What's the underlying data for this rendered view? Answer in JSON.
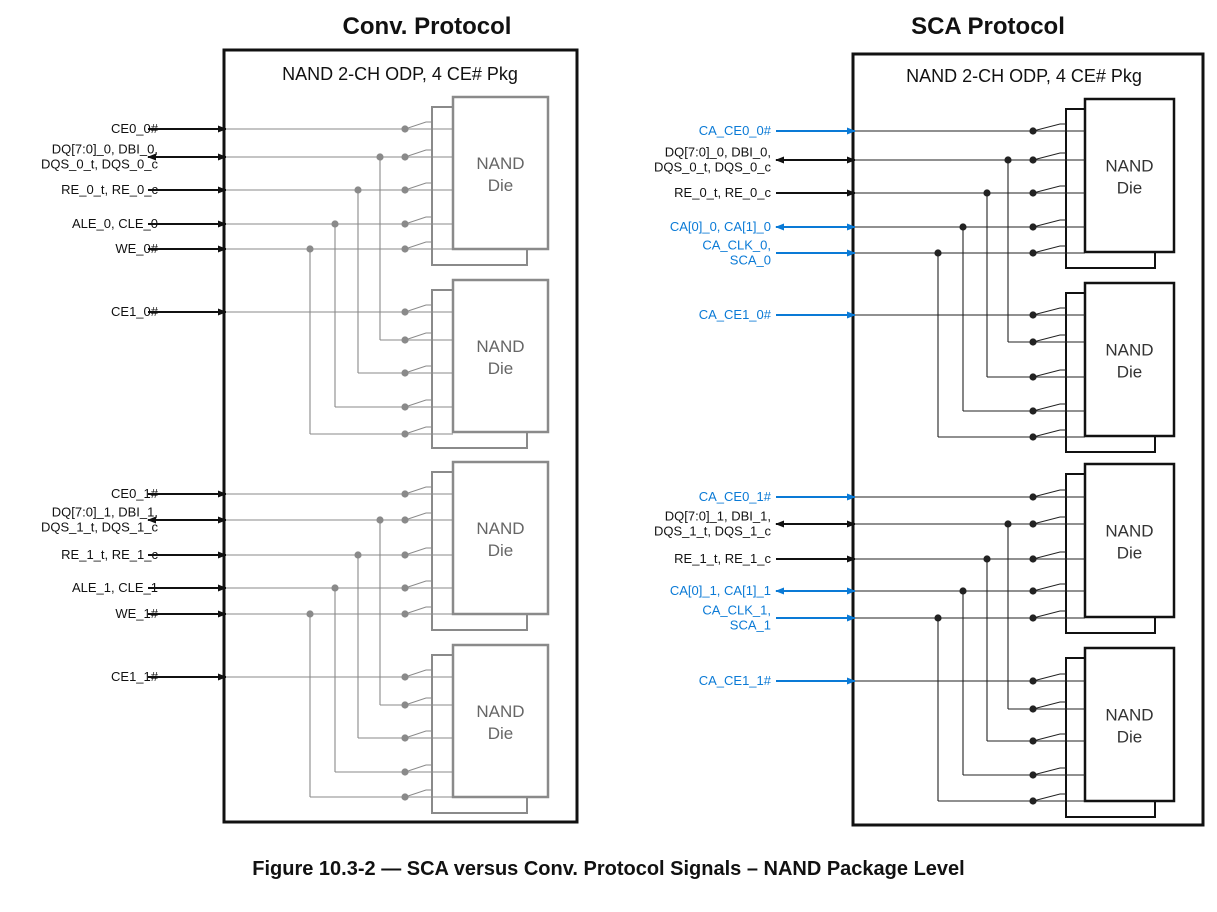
{
  "left": {
    "title": "Conv. Protocol",
    "package": "NAND 2-CH ODP, 4 CE# Pkg",
    "channels": [
      {
        "signals": [
          {
            "id": "ce",
            "lines": [
              "CE0_0#"
            ],
            "dir": "in",
            "highlight": false
          },
          {
            "id": "dq",
            "lines": [
              "DQ[7:0]_0, DBI_0,",
              "DQS_0_t, DQS_0_c"
            ],
            "dir": "bi",
            "highlight": false
          },
          {
            "id": "re",
            "lines": [
              "RE_0_t, RE_0_c"
            ],
            "dir": "in",
            "highlight": false
          },
          {
            "id": "ca",
            "lines": [
              "ALE_0, CLE_0"
            ],
            "dir": "in",
            "highlight": false
          },
          {
            "id": "clk",
            "lines": [
              "WE_0#"
            ],
            "dir": "in",
            "highlight": false
          },
          {
            "id": "ce2",
            "lines": [
              "CE1_0#"
            ],
            "dir": "in",
            "highlight": false
          }
        ]
      },
      {
        "signals": [
          {
            "id": "ce",
            "lines": [
              "CE0_1#"
            ],
            "dir": "in",
            "highlight": false
          },
          {
            "id": "dq",
            "lines": [
              "DQ[7:0]_1, DBI_1,",
              "DQS_1_t, DQS_1_c"
            ],
            "dir": "bi",
            "highlight": false
          },
          {
            "id": "re",
            "lines": [
              "RE_1_t, RE_1_c"
            ],
            "dir": "in",
            "highlight": false
          },
          {
            "id": "ca",
            "lines": [
              "ALE_1, CLE_1"
            ],
            "dir": "in",
            "highlight": false
          },
          {
            "id": "clk",
            "lines": [
              "WE_1#"
            ],
            "dir": "in",
            "highlight": false
          },
          {
            "id": "ce2",
            "lines": [
              "CE1_1#"
            ],
            "dir": "in",
            "highlight": false
          }
        ]
      }
    ]
  },
  "right": {
    "title": "SCA Protocol",
    "package": "NAND 2-CH ODP, 4 CE# Pkg",
    "channels": [
      {
        "signals": [
          {
            "id": "ce",
            "lines": [
              "CA_CE0_0#"
            ],
            "dir": "in",
            "highlight": true
          },
          {
            "id": "dq",
            "lines": [
              "DQ[7:0]_0, DBI_0,",
              "DQS_0_t, DQS_0_c"
            ],
            "dir": "bi",
            "highlight": false
          },
          {
            "id": "re",
            "lines": [
              "RE_0_t, RE_0_c"
            ],
            "dir": "in",
            "highlight": false
          },
          {
            "id": "ca",
            "lines": [
              "CA[0]_0, CA[1]_0"
            ],
            "dir": "bi",
            "highlight": true
          },
          {
            "id": "clk",
            "lines": [
              "CA_CLK_0,",
              "SCA_0"
            ],
            "dir": "in",
            "highlight": true
          },
          {
            "id": "ce2",
            "lines": [
              "CA_CE1_0#"
            ],
            "dir": "in",
            "highlight": true
          }
        ]
      },
      {
        "signals": [
          {
            "id": "ce",
            "lines": [
              "CA_CE0_1#"
            ],
            "dir": "in",
            "highlight": true
          },
          {
            "id": "dq",
            "lines": [
              "DQ[7:0]_1, DBI_1,",
              "DQS_1_t, DQS_1_c"
            ],
            "dir": "bi",
            "highlight": false
          },
          {
            "id": "re",
            "lines": [
              "RE_1_t, RE_1_c"
            ],
            "dir": "in",
            "highlight": false
          },
          {
            "id": "ca",
            "lines": [
              "CA[0]_1, CA[1]_1"
            ],
            "dir": "bi",
            "highlight": true
          },
          {
            "id": "clk",
            "lines": [
              "CA_CLK_1,",
              "SCA_1"
            ],
            "dir": "in",
            "highlight": true
          },
          {
            "id": "ce2",
            "lines": [
              "CA_CE1_1#"
            ],
            "dir": "in",
            "highlight": true
          }
        ]
      }
    ]
  },
  "die_label": [
    "NAND",
    "Die"
  ],
  "caption": "Figure 10.3-2 — SCA versus Conv. Protocol Signals – NAND Package Level",
  "colors": {
    "text": "#111111",
    "highlight": "#0a7ad6",
    "left_wire": "#8a8a8a",
    "left_die": "#8a8a8a",
    "right_wire": "#222222",
    "right_die": "#111111"
  }
}
